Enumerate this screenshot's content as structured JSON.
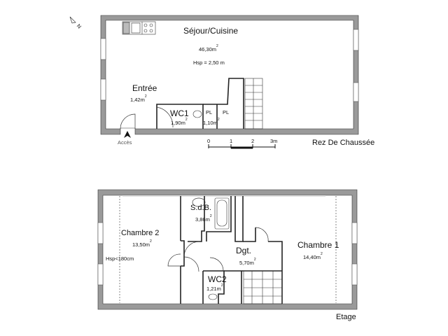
{
  "ground_floor": {
    "title": "Rez De Chaussée",
    "rooms": [
      {
        "name": "Séjour/Cuisine",
        "area": "46,30m",
        "note": "Hsp = 2,50 m"
      },
      {
        "name": "Entrée",
        "area": "1,42m"
      },
      {
        "name": "WC1",
        "area": "1,90m"
      },
      {
        "name": "PL",
        "area": "1,10m"
      },
      {
        "name": "PL"
      }
    ],
    "access_label": "Accès",
    "north_label": "N"
  },
  "scale_bar": {
    "ticks": [
      "0",
      "1",
      "2",
      "3m"
    ]
  },
  "upper_floor": {
    "title": "Etage",
    "rooms": [
      {
        "name": "S.d.B.",
        "area": "3,86m"
      },
      {
        "name": "Chambre 2",
        "area": "13,50m",
        "note": "Hsp<180cm"
      },
      {
        "name": "Dgt.",
        "area": "5,70m"
      },
      {
        "name": "WC2",
        "area": "1,21m"
      },
      {
        "name": "Chambre 1",
        "area": "14,40m"
      }
    ]
  },
  "area_unit_exponent": "2",
  "colors": {
    "wall": "#9a9a9a",
    "line": "#222222"
  }
}
